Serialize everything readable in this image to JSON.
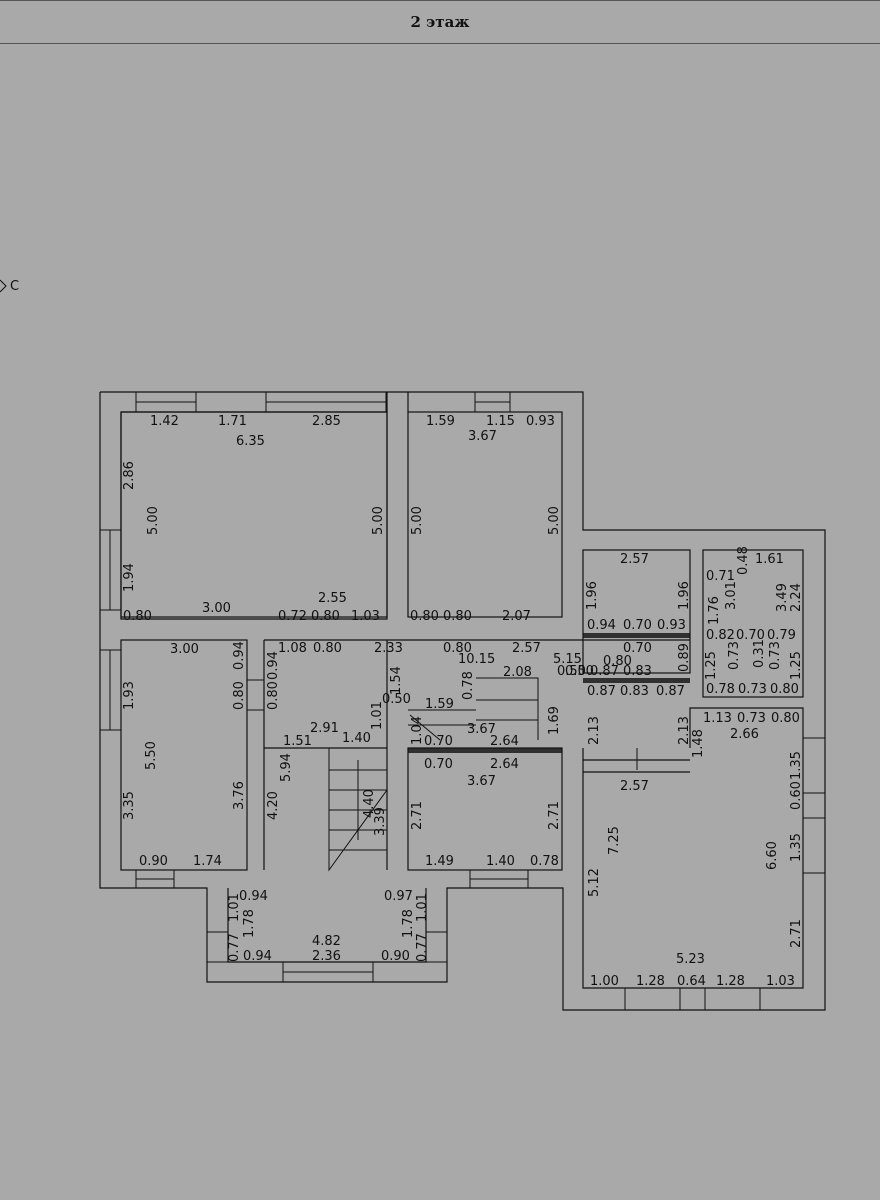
{
  "header": {
    "title": "2 этаж"
  },
  "north_label": "С",
  "dimensions": {
    "room1": [
      "1.42",
      "1.71",
      "2.85",
      "6.35",
      "2.86",
      "5.00",
      "5.00",
      "1.94",
      "0.80",
      "3.00",
      "2.55",
      "0.72",
      "0.80",
      "1.03"
    ],
    "room2": [
      "1.59",
      "1.15",
      "0.93",
      "3.67",
      "5.00",
      "5.00",
      "0.80",
      "0.80",
      "2.07"
    ],
    "room3": [
      "3.00",
      "0.94",
      "0.80",
      "1.93",
      "5.50",
      "0.80",
      "3.35",
      "3.76",
      "0.90",
      "1.74"
    ],
    "hall": [
      "1.08",
      "0.80",
      "2.33",
      "0.80",
      "2.57",
      "10.15",
      "5.15",
      "0.50",
      "1.54",
      "0.50",
      "2.08",
      "0.78",
      "1.59",
      "1.01",
      "0.70",
      "0.70",
      "3.67",
      "2.64",
      "2.64",
      "3.67",
      "1.04",
      "1.69",
      "0.94",
      "2.91",
      "1.51",
      "1.40",
      "5.94",
      "4.20",
      "4.40",
      "3.39",
      "0.80"
    ],
    "bath": [
      "2.57",
      "1.96",
      "1.96",
      "0.94",
      "0.70",
      "0.93",
      "0.70",
      "0.89",
      "0.87",
      "0.83",
      "0.87",
      "0.83",
      "0.87",
      "2.13",
      "2.13",
      "2.57",
      "1.48",
      "0.50"
    ],
    "stair2": [
      "0.71",
      "0.48",
      "1.61",
      "1.76",
      "3.01",
      "3.49",
      "2.24",
      "0.82",
      "0.70",
      "0.79",
      "1.25",
      "0.73",
      "0.73",
      "0.31",
      "1.25",
      "0.78",
      "0.73",
      "0.80",
      "1.13",
      "0.73",
      "0.80",
      "2.66"
    ],
    "room4": [
      "2.71",
      "2.71",
      "1.49",
      "1.40",
      "0.78"
    ],
    "room5": [
      "7.25",
      "1.35",
      "0.60",
      "1.35",
      "6.60",
      "5.12",
      "2.71",
      "5.23",
      "1.00",
      "1.28",
      "0.64",
      "1.28",
      "1.03"
    ],
    "bay": [
      "0.94",
      "0.97",
      "1.01",
      "1.78",
      "4.82",
      "1.78",
      "1.01",
      "0.77",
      "0.94",
      "2.36",
      "0.90",
      "0.77"
    ]
  },
  "colors": {
    "background": "#a9a9a9",
    "line": "#111111"
  }
}
